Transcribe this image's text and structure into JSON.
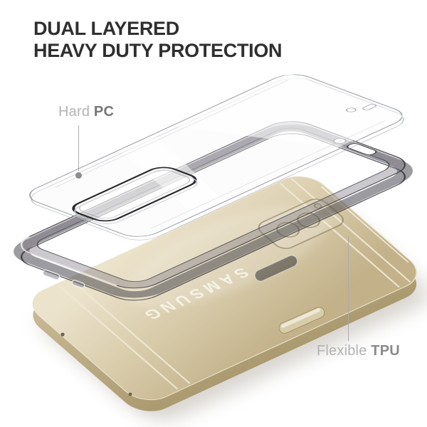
{
  "title": {
    "line1": "DUAL LAYERED",
    "line2": "HEAVY DUTY PROTECTION"
  },
  "labels": {
    "hard_pc": {
      "material": "Hard",
      "abbrev": "PC"
    },
    "flexible_tpu": {
      "material": "Flexible",
      "abbrev": "TPU"
    }
  },
  "phone": {
    "brand": "SAMSUNG"
  },
  "icons": {
    "leader_dot": "callout-anchor-dot"
  },
  "colors": {
    "title_text": "#2f2f2f",
    "label_muted": "#b3b3b3",
    "label_strong_pc": "#767676",
    "label_strong_tpu": "#8a8a8a",
    "leader_line": "#ababab",
    "phone_gold_light": "#ece3cc",
    "phone_gold_mid": "#d6c9a7",
    "phone_gold_dark": "#c2b189",
    "tpu_smoke": "#6e6c74",
    "pc_clear_edge": "#9ea3a9",
    "cutout_outline": "#2b2b2e",
    "background": "#ffffff"
  }
}
